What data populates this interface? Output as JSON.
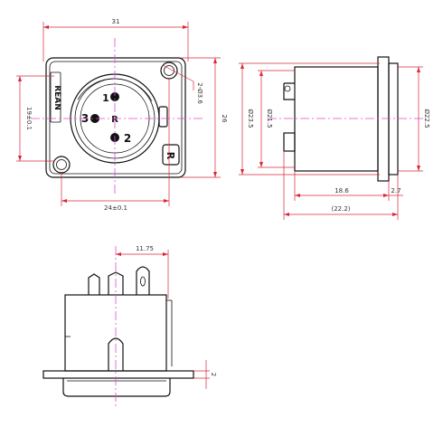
{
  "front_view": {
    "dims": {
      "overall_width": "31",
      "mount_hole_spacing_h": "24±0.1",
      "mount_hole_spacing_v": "19±0.1",
      "overall_height": "26",
      "mount_hole_dia": "2-Ø3.6"
    },
    "brand_text": "REAN",
    "pin_labels": [
      "1",
      "3",
      "2"
    ],
    "center_mark": "R",
    "latch_mark": "R"
  },
  "side_view": {
    "dims": {
      "flange_dia": "Ø23.5",
      "body_dia": "Ø21.5",
      "front_dia": "Ø22.5",
      "body_length": "18.6",
      "flange_thickness": "2.7",
      "overall_length": "(22.2)"
    }
  },
  "bottom_view": {
    "dims": {
      "pin_offset": "11.75",
      "flange_thickness": "2"
    }
  }
}
